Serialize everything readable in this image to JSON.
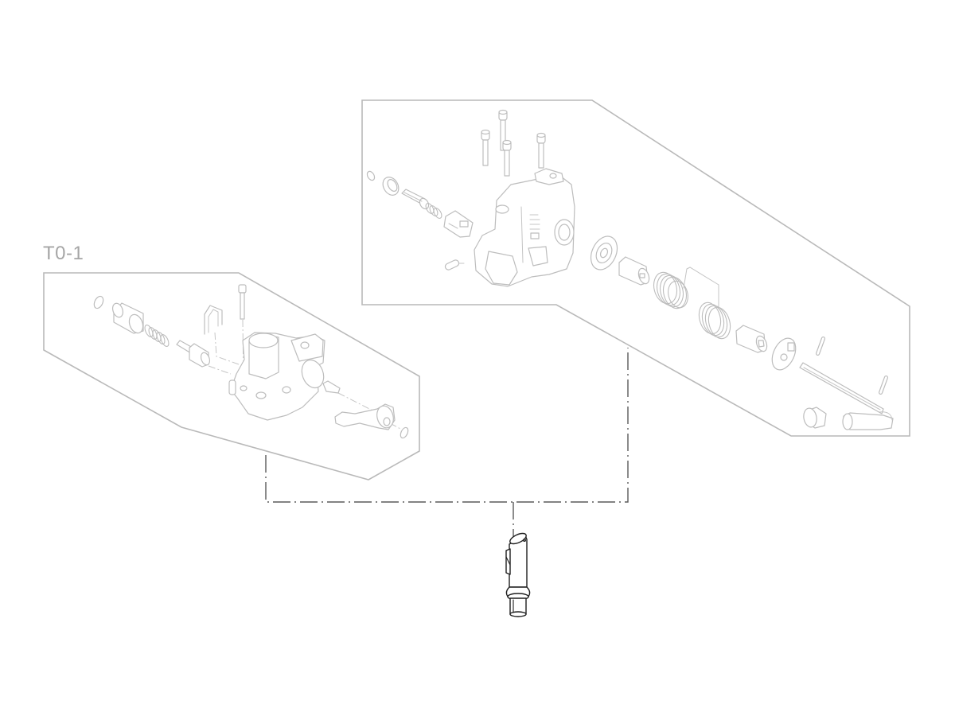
{
  "diagram": {
    "type": "exploded-parts-view",
    "callout_label": "T0-1",
    "groups": [
      {
        "id": "left-assembly",
        "label": "T0-1",
        "parts": [
          "o-ring",
          "cap-sleeve",
          "spring",
          "plunger",
          "u-staple",
          "bolt",
          "valve-body",
          "lever-handle",
          "o-ring-small"
        ]
      },
      {
        "id": "right-assembly",
        "parts": [
          "washer",
          "seal",
          "splined-shaft",
          "spring-small",
          "connector",
          "screw",
          "housing",
          "bolt-1",
          "bolt-2",
          "bolt-3",
          "bolt-4",
          "bearing-cam",
          "sleeve",
          "torsion-spring-pair",
          "bushing",
          "cam-plate",
          "pin-1",
          "pin-2",
          "rod",
          "cap",
          "handle"
        ]
      }
    ],
    "highlighted_part": "pin-adapter",
    "colors": {
      "panel_stroke": "#b9b9b9",
      "ghost_stroke": "#bdbdbd",
      "label_text": "#a6a6a6",
      "chain_line": "#5a5a5a",
      "highlight_stroke": "#1e1e1e",
      "background": "#ffffff"
    }
  }
}
